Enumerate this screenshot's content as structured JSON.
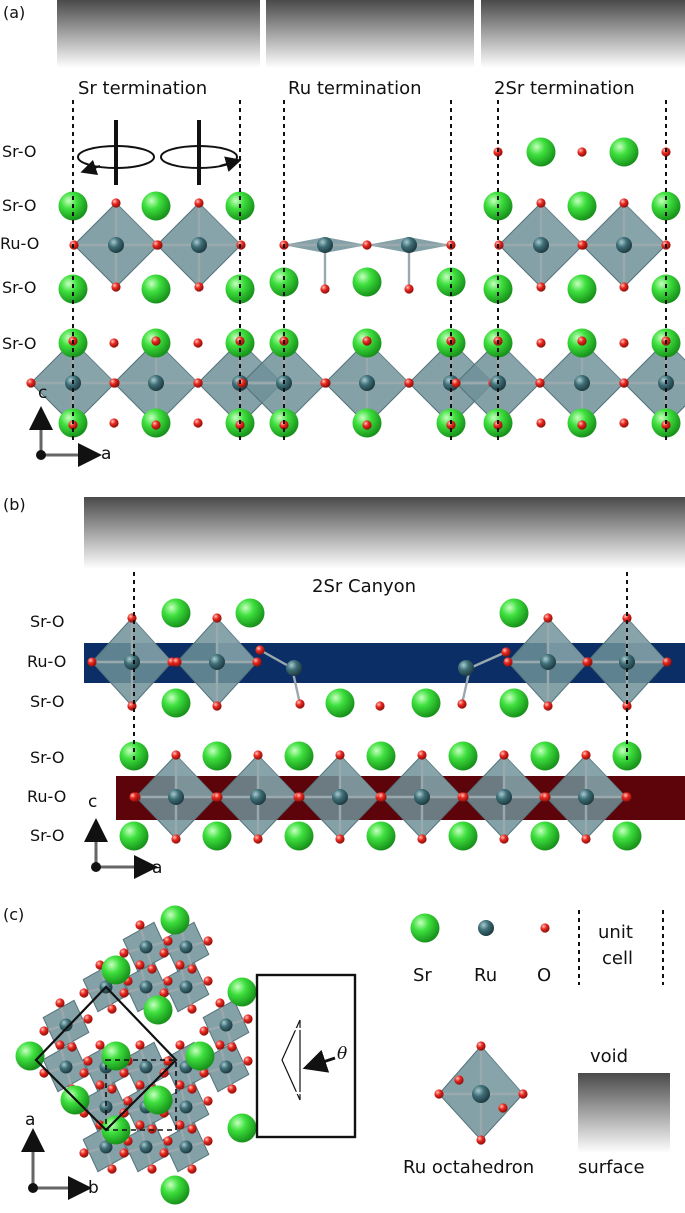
{
  "panels": {
    "a": "(a)",
    "b": "(b)",
    "c": "(c)"
  },
  "panel_a": {
    "terminations": [
      "Sr termination",
      "Ru termination",
      "2Sr termination"
    ],
    "layers": [
      "Sr-O",
      "Sr-O",
      "Ru-O",
      "Sr-O",
      "Sr-O"
    ],
    "axis": {
      "vertical": "c",
      "horizontal": "a"
    }
  },
  "panel_b": {
    "title": "2Sr Canyon",
    "layers_top": [
      "Sr-O",
      "Ru-O",
      "Sr-O"
    ],
    "layers_bottom": [
      "Sr-O",
      "Ru-O",
      "Sr-O"
    ],
    "axis": {
      "vertical": "c",
      "horizontal": "a"
    },
    "band_colors": {
      "top": "#0c2e66",
      "bottom": "#5c0409"
    }
  },
  "panel_c": {
    "axis": {
      "vertical": "a",
      "horizontal": "b"
    },
    "angle_label": "θ"
  },
  "legend": {
    "sr": "Sr",
    "ru": "Ru",
    "o": "O",
    "unit_cell": [
      "unit",
      "cell"
    ],
    "octahedron": "Ru octahedron",
    "void": "void",
    "surface": "surface"
  },
  "colors": {
    "sr_atom": "#2ecc2e",
    "ru_atom": "#3a6b73",
    "o_atom": "#e0231c",
    "octahedron": "#6f9098"
  }
}
